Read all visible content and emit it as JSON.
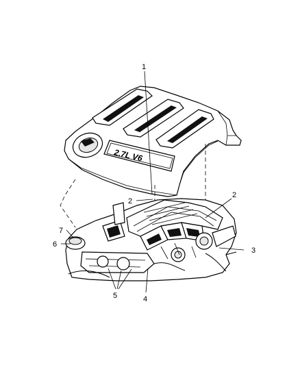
{
  "diagram": {
    "engine_cover_badge": "2.7L V6",
    "callouts": {
      "c1": "1",
      "c2a": "2",
      "c2b": "2",
      "c3": "3",
      "c4": "4",
      "c5": "5",
      "c6": "6",
      "c7": "7"
    }
  }
}
